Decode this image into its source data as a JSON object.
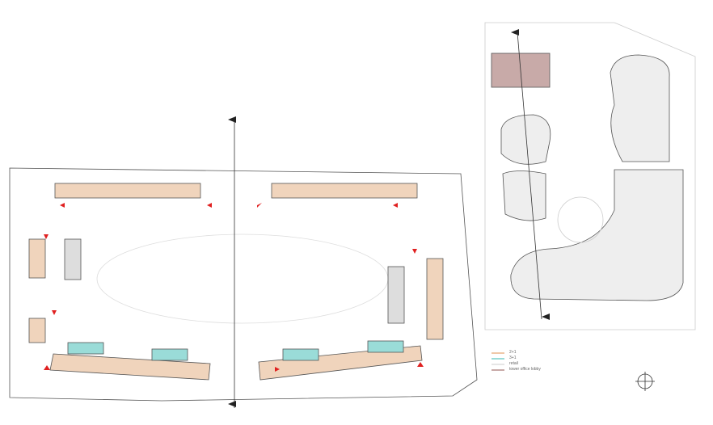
{
  "legend": [
    {
      "label": "2+1",
      "color": "#f0c8a8"
    },
    {
      "label": "3+1",
      "color": "#9adcd8"
    },
    {
      "label": "retail",
      "color": "#e6e6e6"
    },
    {
      "label": "tower office lobby",
      "color": "#c8aaa8"
    }
  ]
}
